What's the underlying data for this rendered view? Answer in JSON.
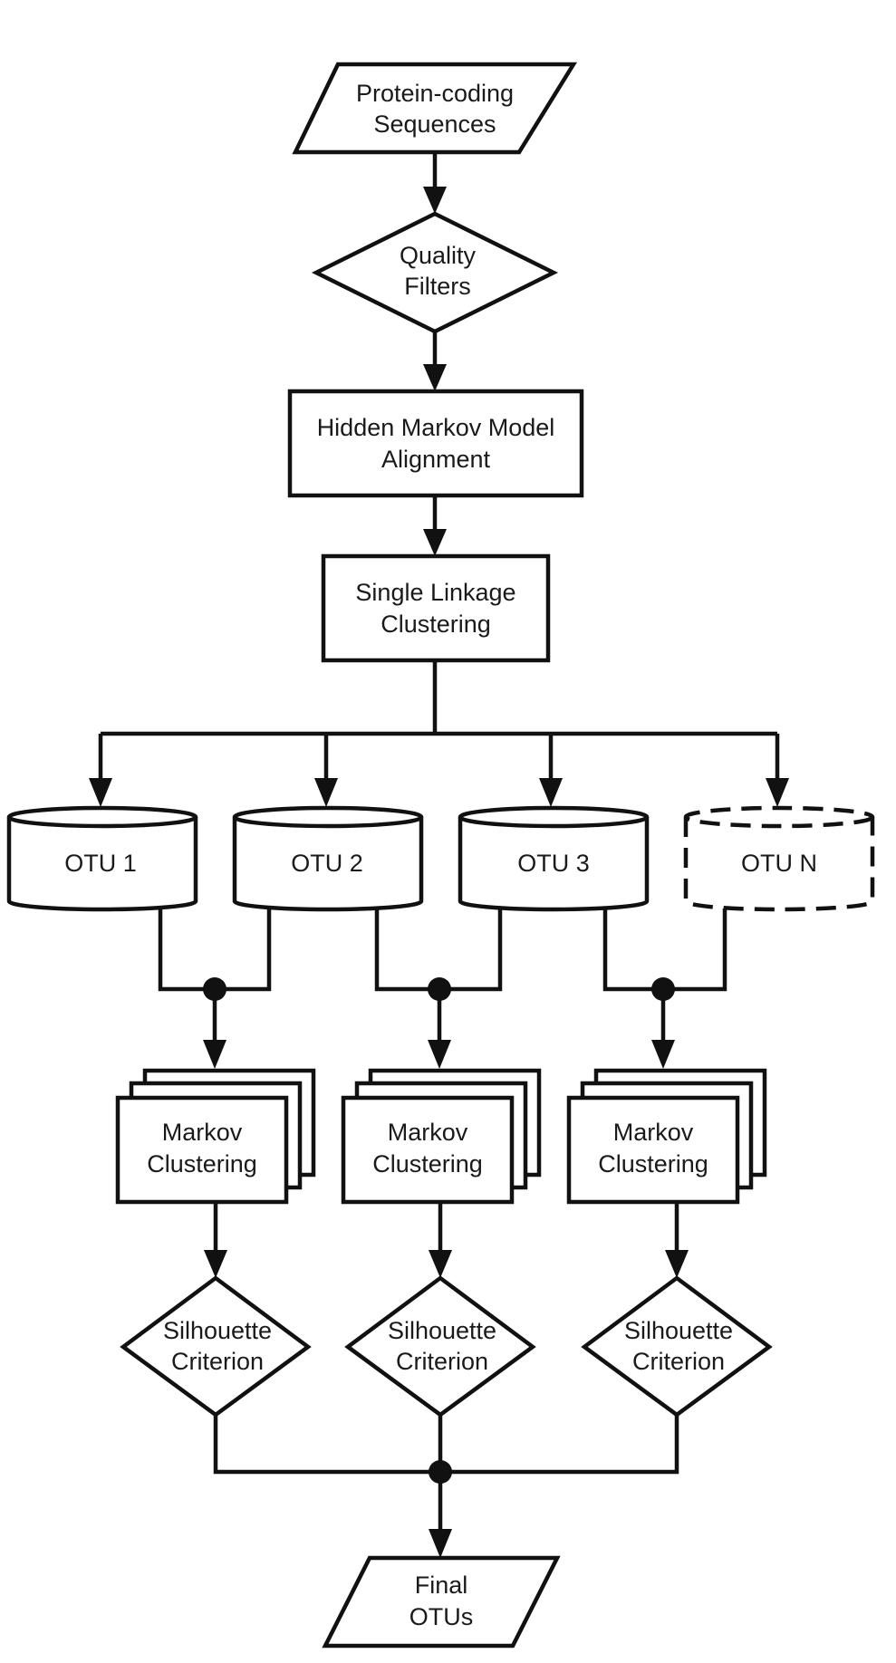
{
  "diagram": {
    "input": {
      "line1": "Protein-coding",
      "line2": "Sequences"
    },
    "quality": {
      "line1": "Quality",
      "line2": "Filters"
    },
    "hmm": {
      "line1": "Hidden Markov Model",
      "line2": "Alignment"
    },
    "linkage": {
      "line1": "Single Linkage",
      "line2": "Clustering"
    },
    "otus": [
      {
        "label": "OTU 1",
        "style": "solid"
      },
      {
        "label": "OTU 2",
        "style": "solid"
      },
      {
        "label": "OTU 3",
        "style": "solid"
      },
      {
        "label": "OTU N",
        "style": "dashed"
      }
    ],
    "markov": [
      {
        "line1": "Markov",
        "line2": "Clustering"
      },
      {
        "line1": "Markov",
        "line2": "Clustering"
      },
      {
        "line1": "Markov",
        "line2": "Clustering"
      }
    ],
    "silhouette": [
      {
        "line1": "Silhouette",
        "line2": "Criterion"
      },
      {
        "line1": "Silhouette",
        "line2": "Criterion"
      },
      {
        "line1": "Silhouette",
        "line2": "Criterion"
      }
    ],
    "output": {
      "line1": "Final",
      "line2": "OTUs"
    }
  }
}
